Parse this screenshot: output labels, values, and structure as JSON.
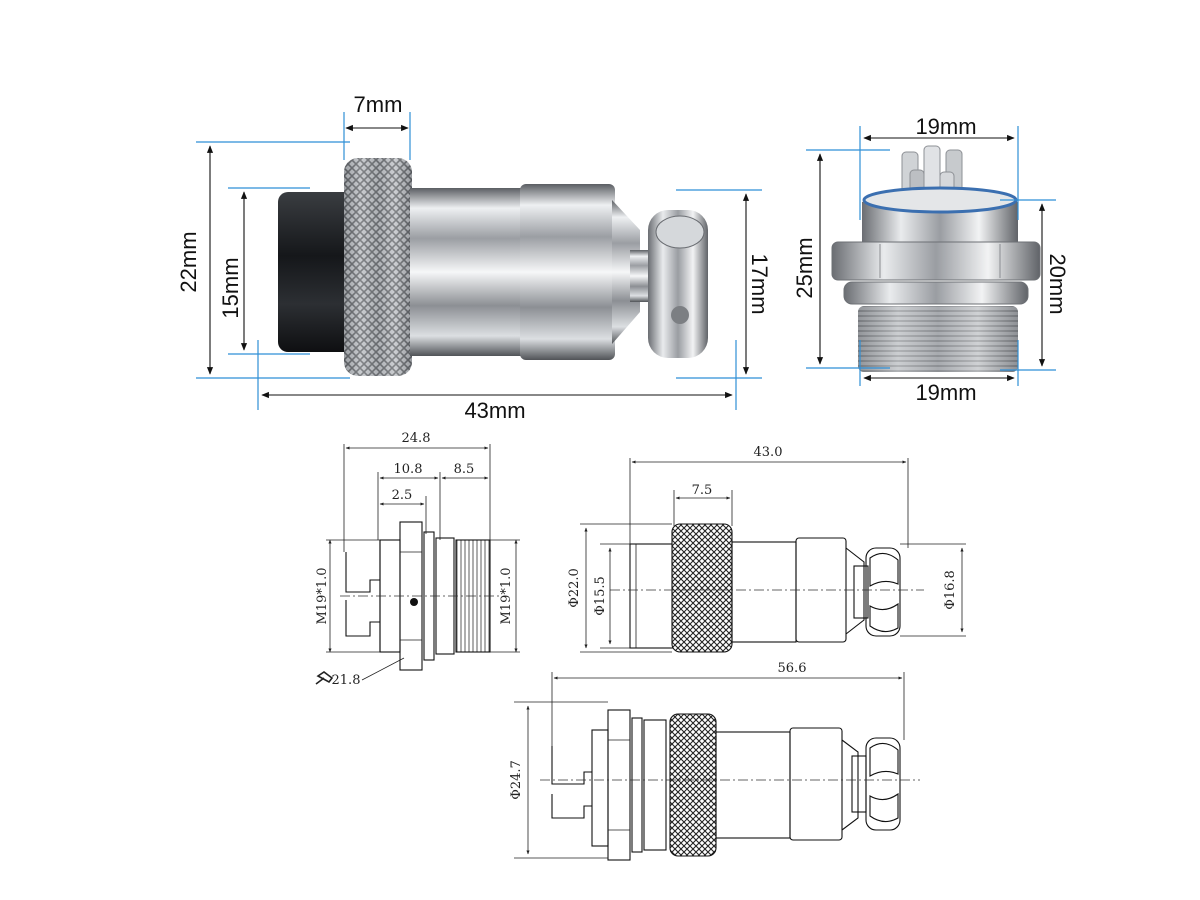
{
  "photo_labels": {
    "knurl_width": "7mm",
    "total_length": "43mm",
    "outer_height": "22mm",
    "front_height": "15mm",
    "rear_height": "17mm",
    "socket_top_width": "19mm",
    "socket_bottom_width": "19mm",
    "socket_height": "25mm",
    "socket_thread_height": "20mm"
  },
  "drawing_labels": {
    "socket_length": "24.8",
    "socket_body": "10.8",
    "socket_thread": "8.5",
    "socket_flange": "2.5",
    "thread_left": "M19*1.0",
    "thread_right": "M19*1.0",
    "wrench": "21.8",
    "plug_length": "43.0",
    "plug_knurl": "7.5",
    "plug_diameter": "Φ22.0",
    "plug_front_diameter": "Φ15.5",
    "plug_rear_diameter": "Φ16.8",
    "assembly_length": "56.6",
    "assembly_diameter": "Φ24.7"
  },
  "colors": {
    "dimension_line": "#2f8fd6",
    "metal": "#c9ccd0",
    "rubber": "#1d1f22",
    "knurl": "#55585c"
  }
}
